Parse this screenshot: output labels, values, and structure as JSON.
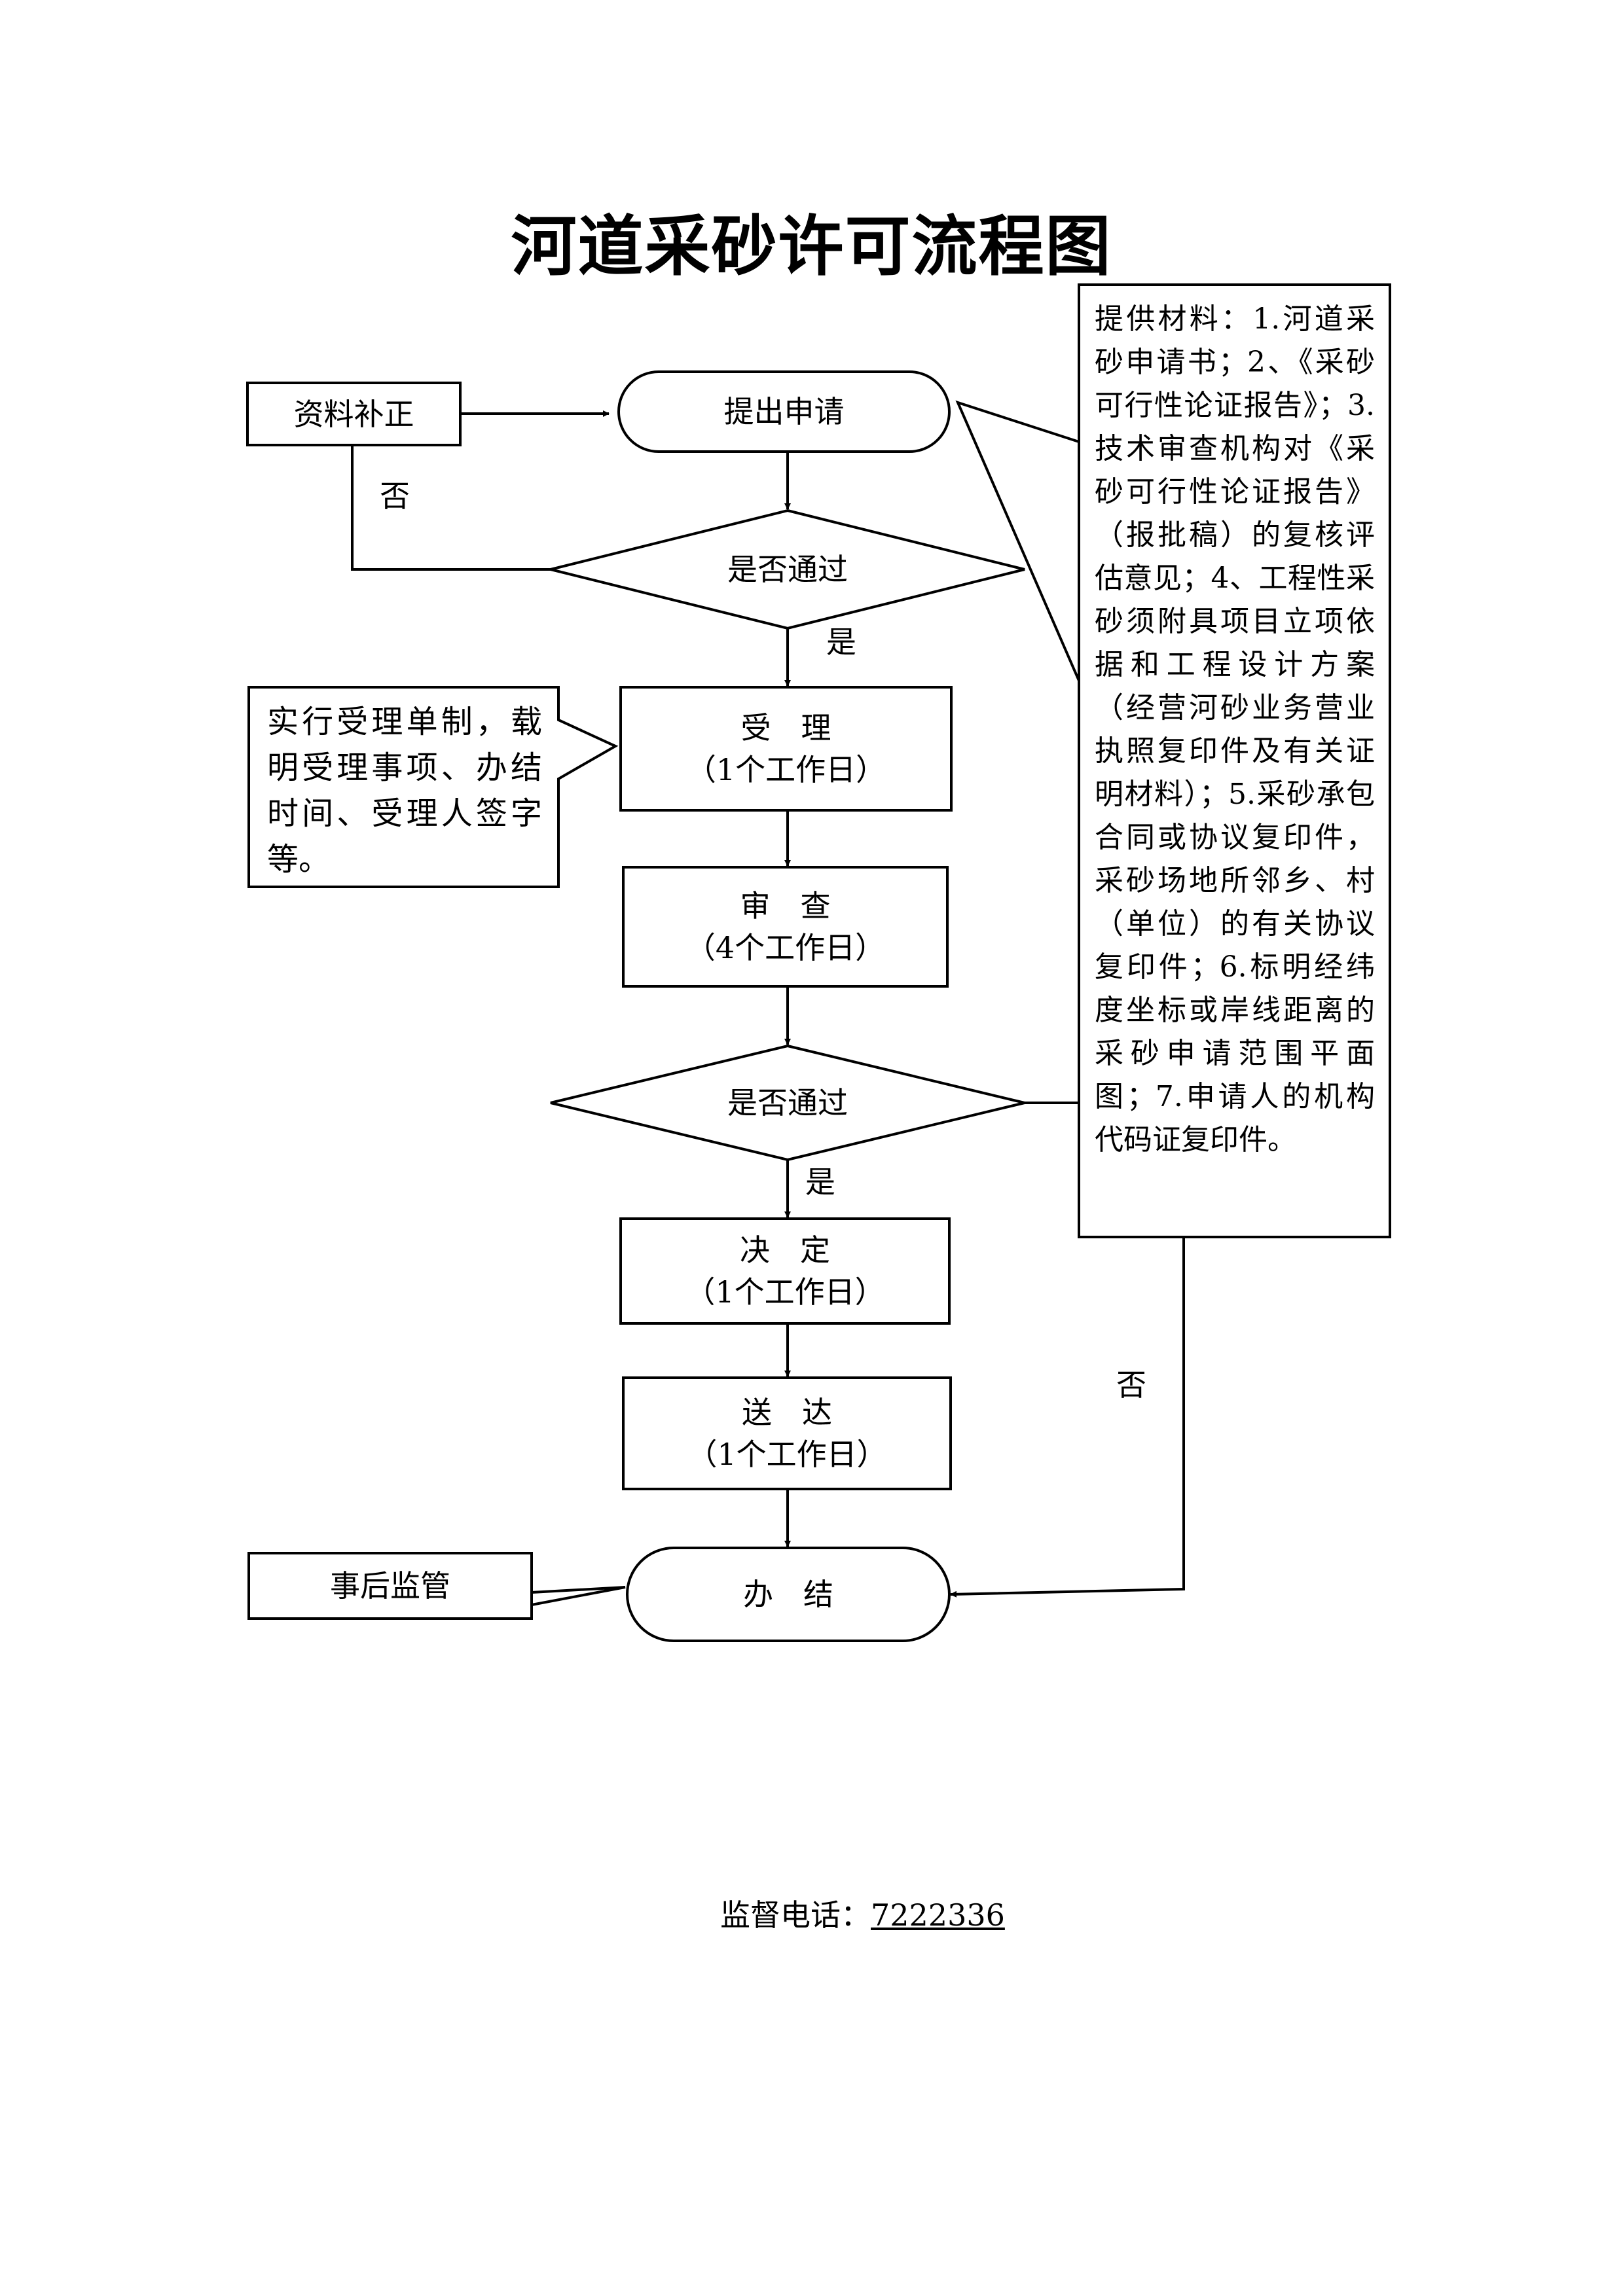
{
  "title": "河道采砂许可流程图",
  "nodes": {
    "apply": "提出申请",
    "supplement": "资料补正",
    "check1": "是否通过",
    "accept_title": "受　理",
    "accept_days": "（1个工作日）",
    "review_title": "审　查",
    "review_days": "（4个工作日）",
    "check2": "是否通过",
    "decide_title": "决　定",
    "decide_days": "（1个工作日）",
    "deliver_title": "送　达",
    "deliver_days": "（1个工作日）",
    "finish": "办　结",
    "supervise": "事后监管"
  },
  "labels": {
    "no_1": "否",
    "yes_1": "是",
    "yes_2": "是",
    "no_2": "否"
  },
  "notes": {
    "acceptance": "实行受理单制，载明受理事项、办结时间、受理人签字等。",
    "materials": "提供材料：1.河道采砂申请书；2、《采砂可行性论证报告》；3.技术审查机构对《采砂可行性论证报告》（报批稿）的复核评估意见；4、工程性采砂须附具项目立项依据和工程设计方案（经营河砂业务营业执照复印件及有关证明材料）；5.采砂承包合同或协议复印件，采砂场地所邻乡、村（单位）的有关协议复印件；6.标明经纬度坐标或岸线距离的采砂申请范围平面图；7.申请人的机构代码证复印件。"
  },
  "footer": {
    "label": "监督电话：",
    "phone": "7222336"
  }
}
